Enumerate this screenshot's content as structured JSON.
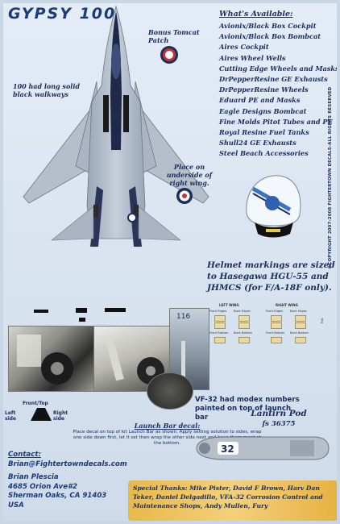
{
  "title": "GYPSY 100",
  "available": {
    "heading": "What's Available:",
    "items": [
      "Avionix/Black Box Cockpit",
      "Avionix/Black Box Bombcat",
      "Aires Cockpit",
      "Aires Wheel Wells",
      "Cutting Edge Wheels and Masks",
      "DrPepperResine GE Exhausts",
      "DrPepperResine Wheels",
      "Eduard PE and Masks",
      "Eagle Designs Bombcat",
      "Fine Molds Pitot Tubes and PE",
      "Royal Resine Fuel Tanks",
      "Shull24 GE Exhausts",
      "Steel Beach Accessories"
    ]
  },
  "notes": {
    "bonus": "Bonus Tomcat Patch",
    "walkway": "100 had long solid black walkways",
    "underside": "Place on underside of right wing.",
    "helmet": "Helmet markings are sized to Hasegawa HGU-55 and JHMCS (for F/A-18F only).",
    "vf32": "VF-32 had modex numbers painted on top of launch bar"
  },
  "lantirn": {
    "line1": "Lantirn Pod",
    "line2": "fs 36375"
  },
  "launch_bar": {
    "title": "Launch Bar decal:",
    "text": "Place decal on top of kit Launch Bar as shown. Apply setting solution to sides, wrap one side down first, let it set then wrap the other side next and have them meet at the bottom."
  },
  "front_labels": {
    "left": "Left side",
    "front": "Front/Top",
    "right": "Right side"
  },
  "contact": {
    "heading": "Contact:",
    "email": "Brian@Fightertowndecals.com",
    "name": "Brian Plescia",
    "address1": "4685 Orion Ave#2",
    "address2": "Sherman Oaks, CA 91403",
    "country": "USA"
  },
  "thanks": "Special Thanks: Mike Pister, David F Brown, Harv Dan Teker, Daniel Delgadillo, VFA-32 Corrosion Control and Maintenance Shops, Andy Mullen, Fury",
  "copyright": "©COPYRIGHT 2007-2008 FIGHTERTOWN DECALS-ALL RIGHTS RESERVED",
  "stencil_chart": {
    "left_wing": "LEFT WING",
    "right_wing": "RIGHT WING",
    "cols": [
      "Front Edges",
      "Back Edges",
      "Front Edges",
      "Back Edges"
    ],
    "rows": [
      "Front Bottom",
      "Back Bottom"
    ],
    "tail": "TAIL"
  },
  "modex": "116",
  "pod_number": "32",
  "colors": {
    "ink": "#1b2e60",
    "navy": "#1b3c7a",
    "gray": "#b7bfcb",
    "gold": "#f0c865"
  }
}
